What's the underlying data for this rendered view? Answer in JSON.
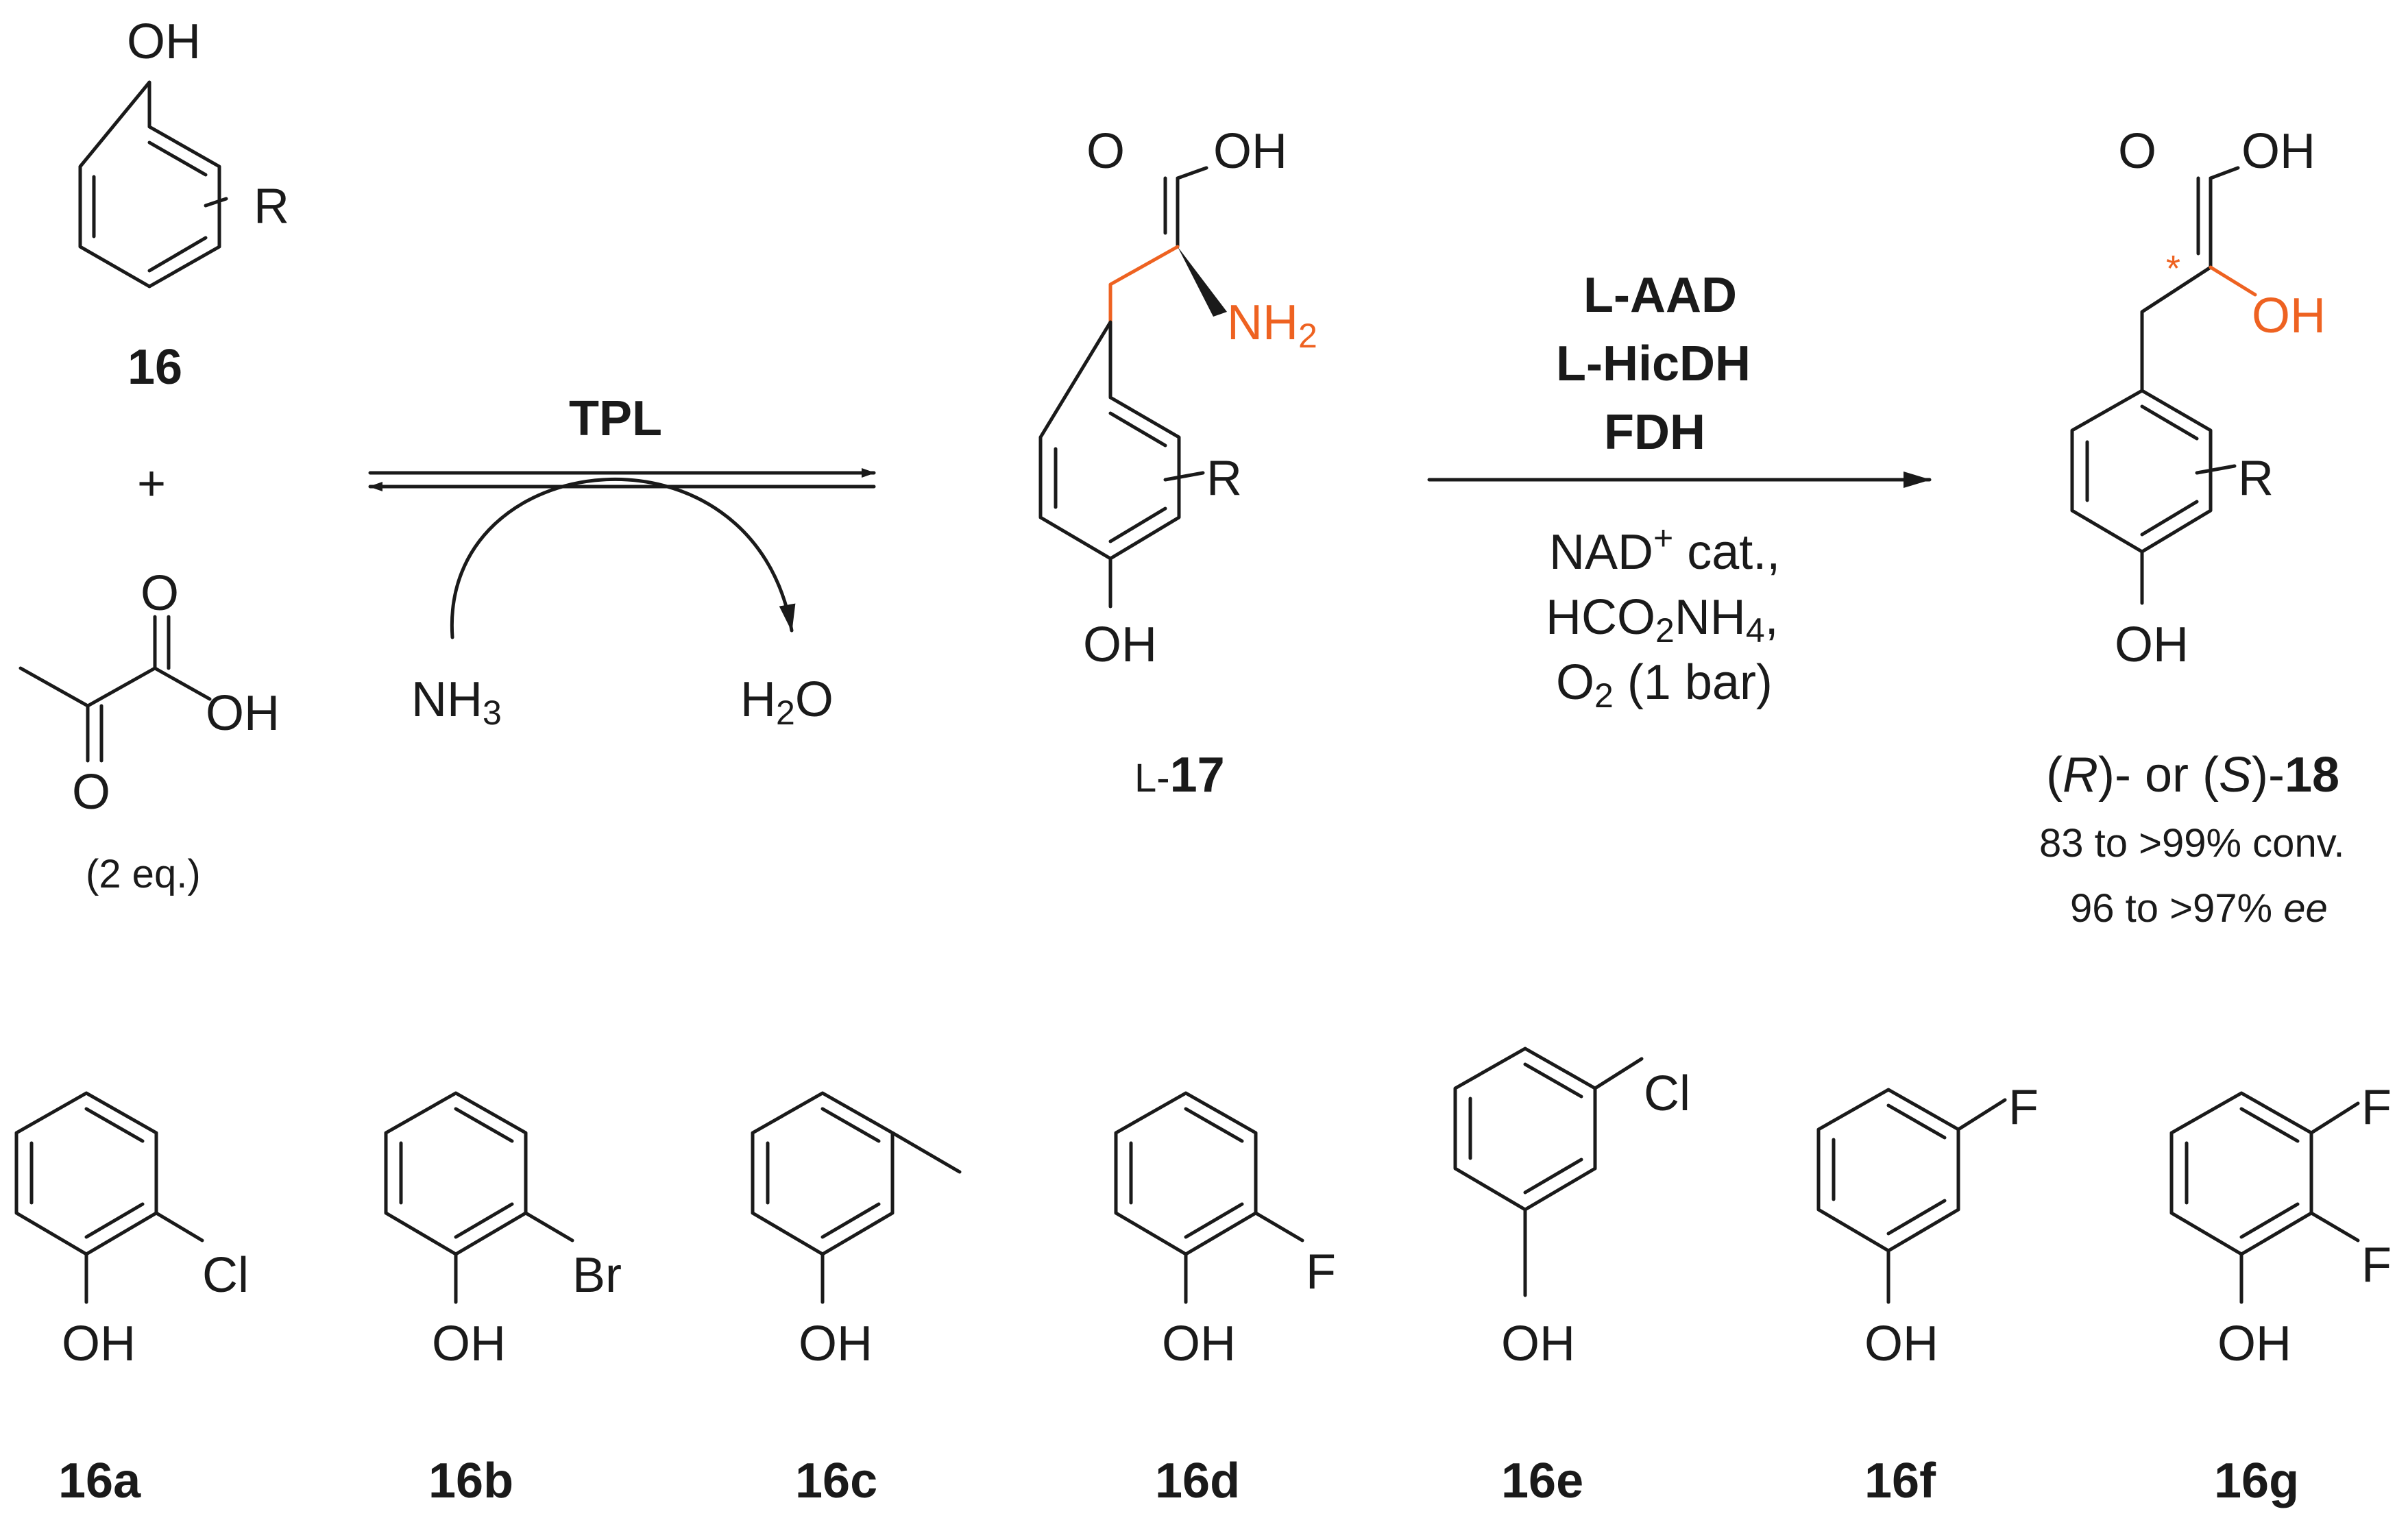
{
  "colors": {
    "ink": "#1a1a1a",
    "highlight": "#ee6221"
  },
  "atoms": {
    "oh": "OH",
    "r": "R",
    "o": "O",
    "nh": "NH",
    "two": "2",
    "cl": "Cl",
    "br": "Br",
    "f": "F",
    "star": "*",
    "h": "H",
    "plus": "+"
  },
  "reactants": {
    "phenol_label": "16",
    "plus": "+",
    "pyruvate_eq": "(2 eq.)"
  },
  "step1": {
    "enzyme": "TPL",
    "nh3_main": "NH",
    "nh3_sub": "3",
    "h2o_h": "H",
    "h2o_sub": "2",
    "h2o_o": "O"
  },
  "intermediate": {
    "prefix": "L-",
    "number": "17"
  },
  "step2": {
    "enzyme1": "L-AAD",
    "enzyme2": "L-HicDH",
    "enzyme3": "FDH",
    "cond1_main": "NAD",
    "cond1_sup": "+",
    "cond1_rest": " cat.,",
    "cond2_a": "HCO",
    "cond2_sub1": "2",
    "cond2_b": "NH",
    "cond2_sub2": "4",
    "cond2_c": ",",
    "cond3_a": "O",
    "cond3_sub": "2",
    "cond3_b": " (1 bar)"
  },
  "product": {
    "p1": "(",
    "r": "R",
    "p2": ")- or (",
    "s": "S",
    "p3": ")-",
    "number": "18",
    "conv": "83 to >99% conv.",
    "ee_prefix": "96 to >97% ",
    "ee_italic": "ee"
  },
  "substrates": [
    {
      "label": "16a",
      "substituent": "Cl"
    },
    {
      "label": "16b",
      "substituent": "Br"
    },
    {
      "label": "16c",
      "substituent": ""
    },
    {
      "label": "16d",
      "substituent": "F"
    },
    {
      "label": "16e",
      "substituent": "Cl"
    },
    {
      "label": "16f",
      "substituent": "F"
    },
    {
      "label": "16g",
      "substituent": "F, F"
    }
  ]
}
